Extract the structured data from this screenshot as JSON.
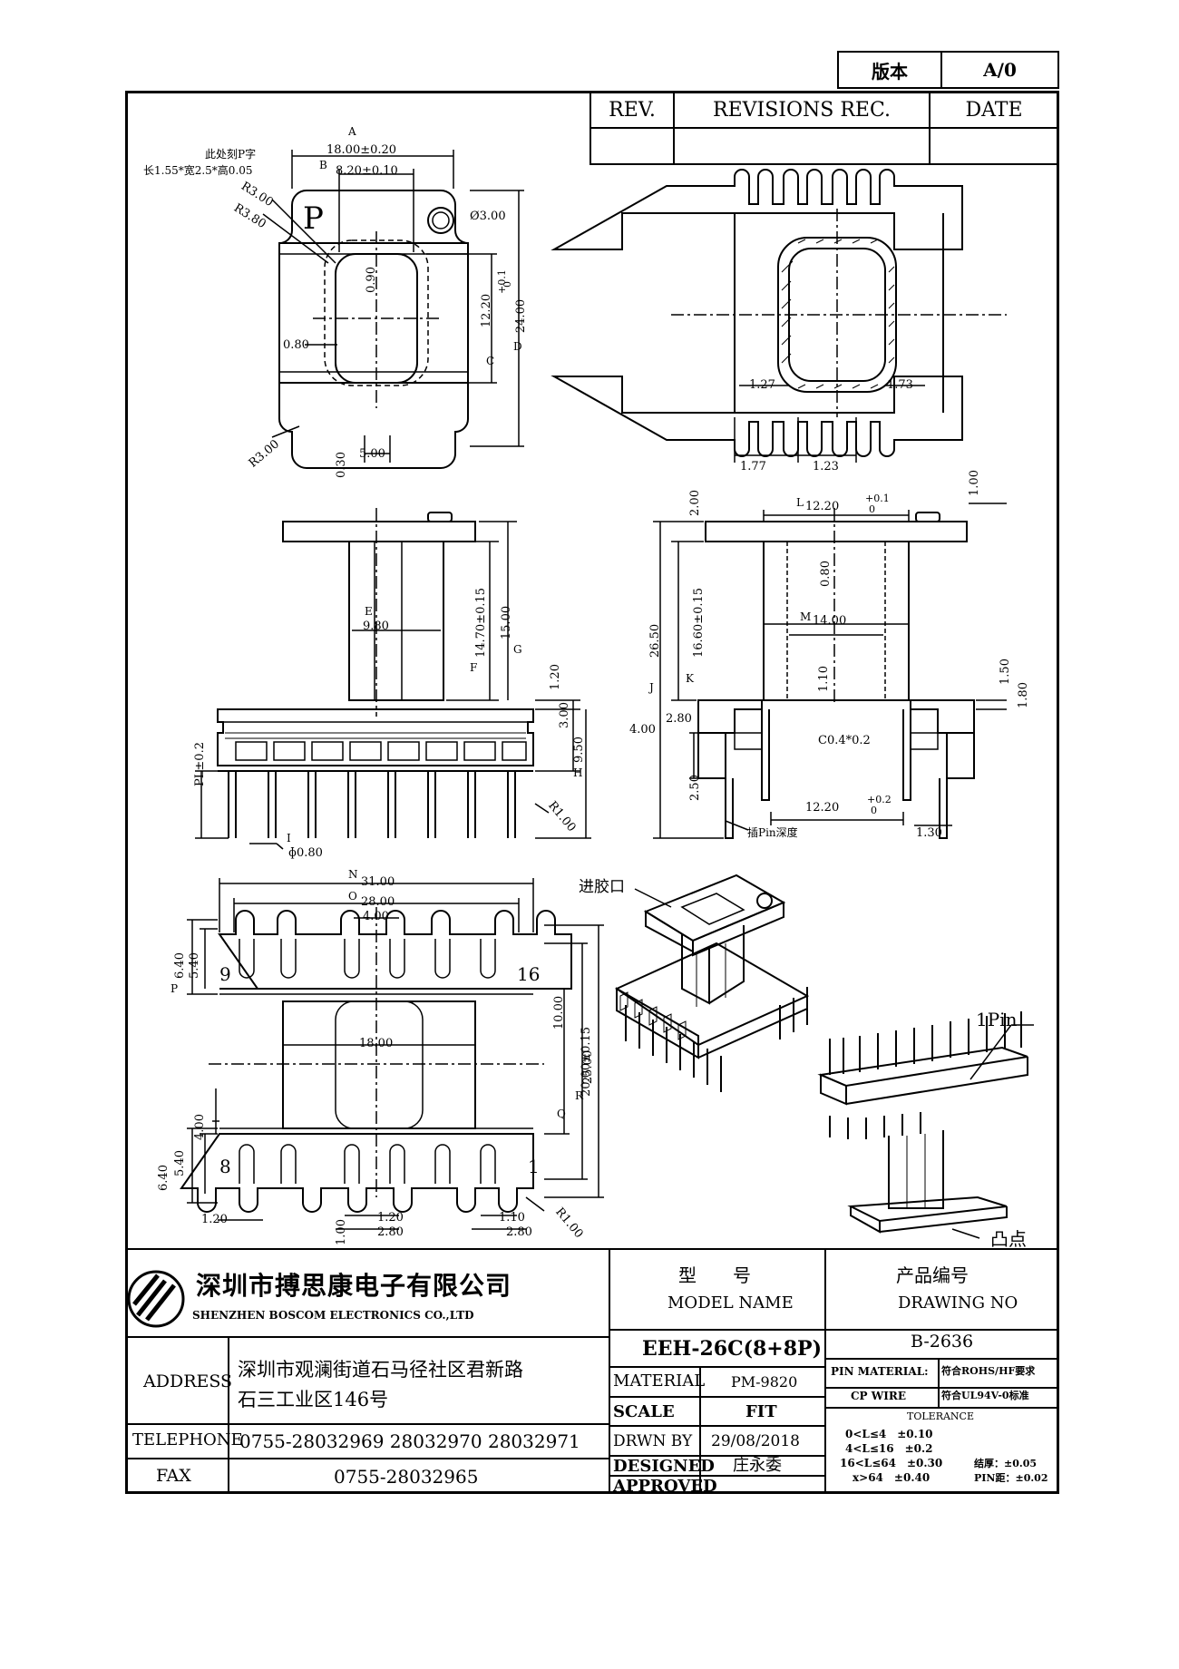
{
  "version": {
    "label": "版本",
    "value": "A/0"
  },
  "revisions": {
    "rev": "REV.",
    "rec": "REVISIONS REC.",
    "date": "DATE"
  },
  "views": {
    "top_left": {
      "dims": [
        "18.00±0.20",
        "8.20±0.10",
        "Ø3.00",
        "24.00",
        "12.20",
        "+0.1",
        "0",
        "0.90",
        "0.80",
        "5.00",
        "0.30",
        "R3.00",
        "R3.80",
        "R3.00"
      ],
      "marks": [
        "A",
        "B",
        "C",
        "D"
      ],
      "note_1": "此处刻P字",
      "note_2": "长1.55*宽2.5*高0.05",
      "engrave": "P"
    },
    "top_right": {
      "dims": [
        "1.27",
        "1.73",
        "1.77",
        "1.23"
      ]
    },
    "side_left": {
      "dims": [
        "9.80",
        "14.70±0.15",
        "15.00",
        "1.20",
        "3.00",
        "9.50",
        "PL±0.2",
        "R1.00",
        "ɸ0.80"
      ],
      "marks": [
        "E",
        "F",
        "G",
        "H",
        "I"
      ]
    },
    "side_right": {
      "dims": [
        "12.20",
        "+0.1",
        "0",
        "1.00",
        "2.00",
        "0.80",
        "14.00",
        "16.60±0.15",
        "26.50",
        "1.10",
        "1.50",
        "1.80",
        "4.00",
        "2.80",
        "C0.4*0.2",
        "2.50",
        "12.20",
        "+0.2",
        "0",
        "1.30"
      ],
      "marks": [
        "L",
        "M",
        "J",
        "K"
      ],
      "note": "插Pin深度"
    },
    "bottom": {
      "dims": [
        "31.00",
        "28.00",
        "4.00",
        "6.40",
        "5.40",
        "18.00",
        "10.00",
        "20.00±0.15",
        "25.00",
        "4.00",
        "5.40",
        "6.40",
        "1.20",
        "1.20",
        "1.00",
        "2.80",
        "1.10",
        "2.80",
        "R1.00"
      ],
      "marks": [
        "N",
        "O",
        "P",
        "Q",
        "R"
      ],
      "pins": [
        "9",
        "16",
        "8",
        "1"
      ]
    },
    "iso": {
      "gate": "进胶口",
      "pin1": "1Pin",
      "bump": "凸点"
    }
  },
  "title_block": {
    "company_cn": "深圳市搏思康电子有限公司",
    "company_en": "SHENZHEN BOSCOM ELECTRONICS CO.,LTD",
    "model_cn": "型　　号",
    "model_en": "MODEL NAME",
    "drawing_cn": "产品编号",
    "drawing_en": "DRAWING NO",
    "model": "EEH-26C(8+8P)",
    "drawing_no": "B-2636",
    "address_label": "ADDRESS",
    "address_1": "深圳市观澜街道石马径社区君新路",
    "address_2": "石三工业区146号",
    "telephone_label": "TELEPHONE",
    "telephone": "0755-28032969 28032970 28032971",
    "fax_label": "FAX",
    "fax": "0755-28032965",
    "material_label": "MATERIAL",
    "material": "PM-9820",
    "scale_label": "SCALE",
    "scale": "FIT",
    "drawn_label": "DRWN BY",
    "drawn": "29/08/2018",
    "designed_label": "DESIGNED",
    "designed": "庄永委",
    "approved_label": "APPROVED",
    "pin_material_label": "PIN MATERIAL:",
    "pin_material": "符合ROHS/HF要求",
    "cp_wire_label": "CP WIRE",
    "cp_wire": "符合UL94V-0标准",
    "tolerance_label": "TOLERANCE",
    "tolerances": [
      "0<L≤4　±0.10",
      "4<L≤16　±0.2",
      "16<L≤64　±0.30",
      "x>64　±0.40"
    ],
    "tol_right_1": "结厚：±0.05",
    "tol_right_2": "PIN距：±0.02"
  }
}
